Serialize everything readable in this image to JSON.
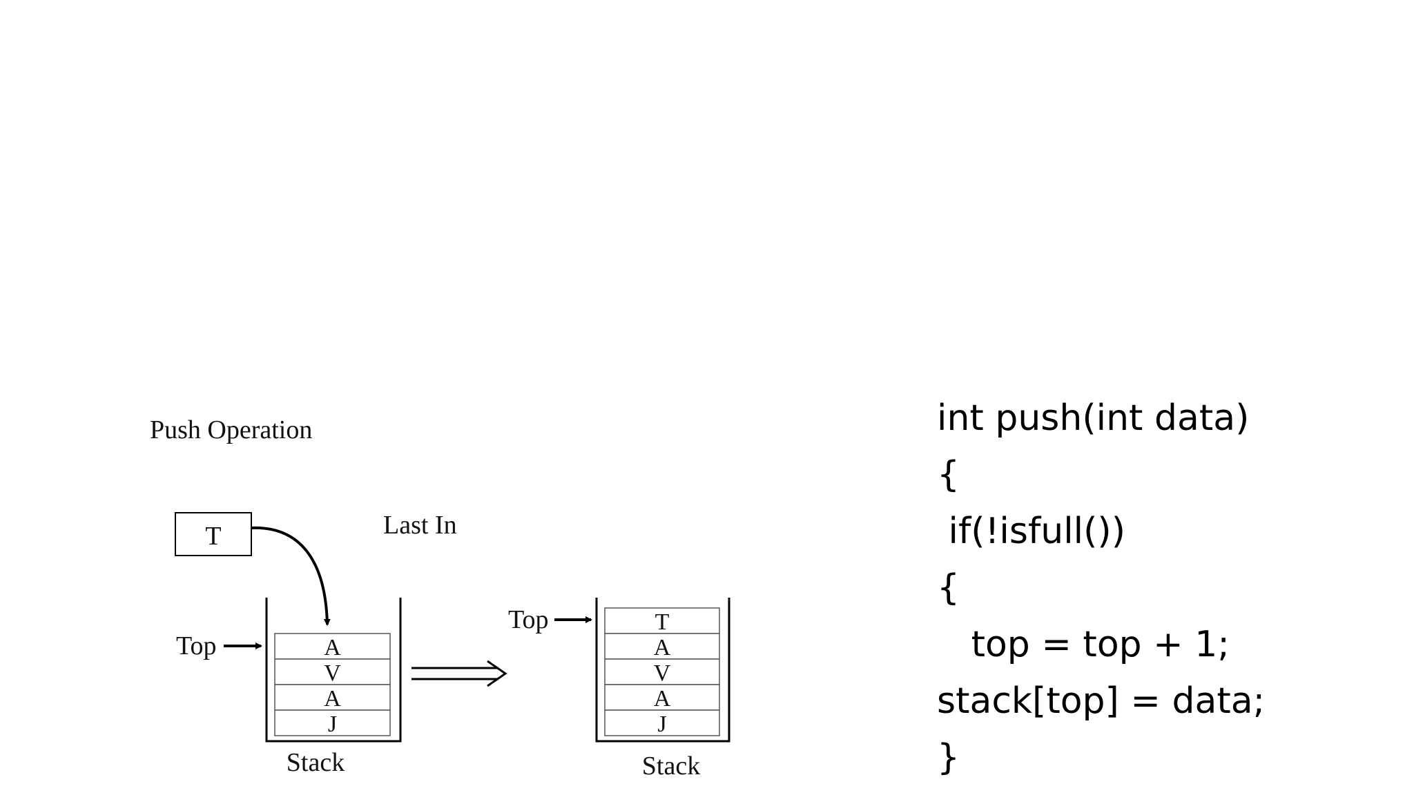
{
  "diagram": {
    "title": "Push Operation",
    "incoming_element": "T",
    "last_in_label": "Last In",
    "top_label": "Top",
    "stack_label": "Stack",
    "stack_before": [
      "A",
      "V",
      "A",
      "J"
    ],
    "stack_after": [
      "T",
      "A",
      "V",
      "A",
      "J"
    ]
  },
  "code": {
    "lines": [
      "int push(int data)",
      "{",
      " if(!isfull())",
      "{",
      "   top = top + 1;",
      "stack[top] = data;",
      "}"
    ]
  }
}
